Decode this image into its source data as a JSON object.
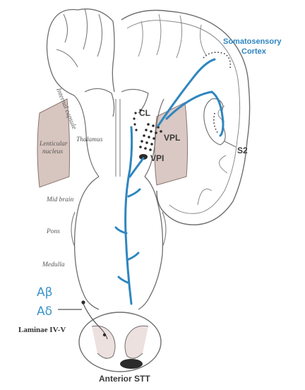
{
  "labels": {
    "somatosensory_line1": "Somatosensory",
    "somatosensory_line2": "Cortex",
    "internal_capsule": "Internal capsule",
    "thalamus": "Thalamus",
    "lenticular_line1": "Lenticular",
    "lenticular_line2": "nucleus",
    "cl": "CL",
    "vpl": "VPL",
    "vpi": "VPI",
    "s2": "S2",
    "mid_brain": "Mid brain",
    "pons": "Pons",
    "medulla": "Medulla",
    "a_beta": "Aβ",
    "a_delta": "Aδ",
    "laminae": "Laminae IV-V",
    "anterior_stt": "Anterior STT"
  },
  "colors": {
    "pathway": "#2f86c0",
    "outline": "#6e6e6e",
    "shading": "#c9b1aa",
    "nucleus_dots": "#2a2a2a"
  }
}
